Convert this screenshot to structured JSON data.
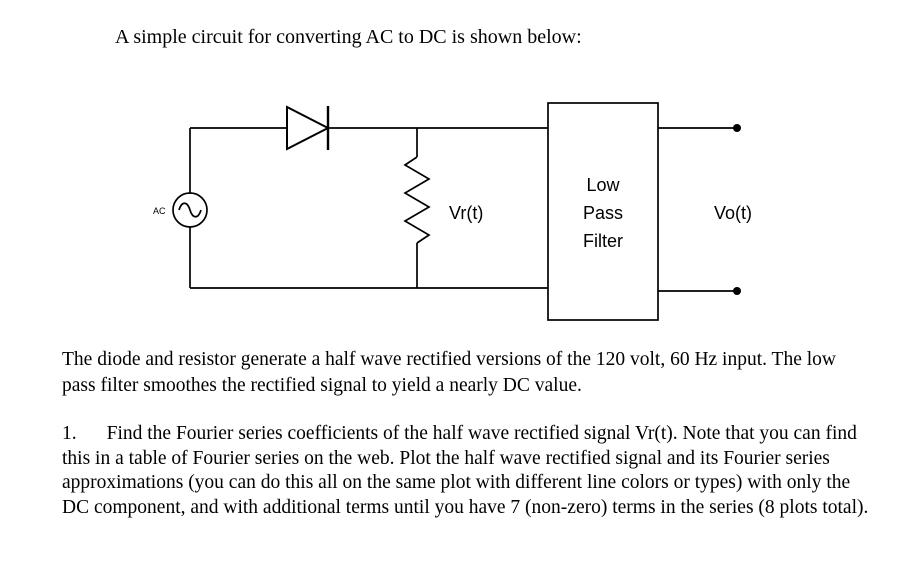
{
  "title": "A simple circuit for converting AC to DC is shown below:",
  "circuit": {
    "source_label": "AC",
    "resistor_label": "Vr(t)",
    "filter": {
      "line1": "Low",
      "line2": "Pass",
      "line3": "Filter"
    },
    "output_label": "Vo(t)"
  },
  "description": "The diode and resistor generate a half wave rectified versions of the 120 volt, 60 Hz input. The low pass filter smoothes the rectified signal to yield a nearly DC value.",
  "problem": {
    "number": "1.",
    "text": "Find the Fourier series coefficients of the half wave rectified signal Vr(t). Note that you can find this in a table of Fourier series on the web. Plot the half wave rectified signal and its Fourier series approximations (you can do this all on the same plot with different line colors or types) with only the DC component, and with additional terms until you have 7 (non-zero) terms in the series (8 plots total)."
  },
  "colors": {
    "ink": "#000000",
    "background": "#ffffff"
  }
}
